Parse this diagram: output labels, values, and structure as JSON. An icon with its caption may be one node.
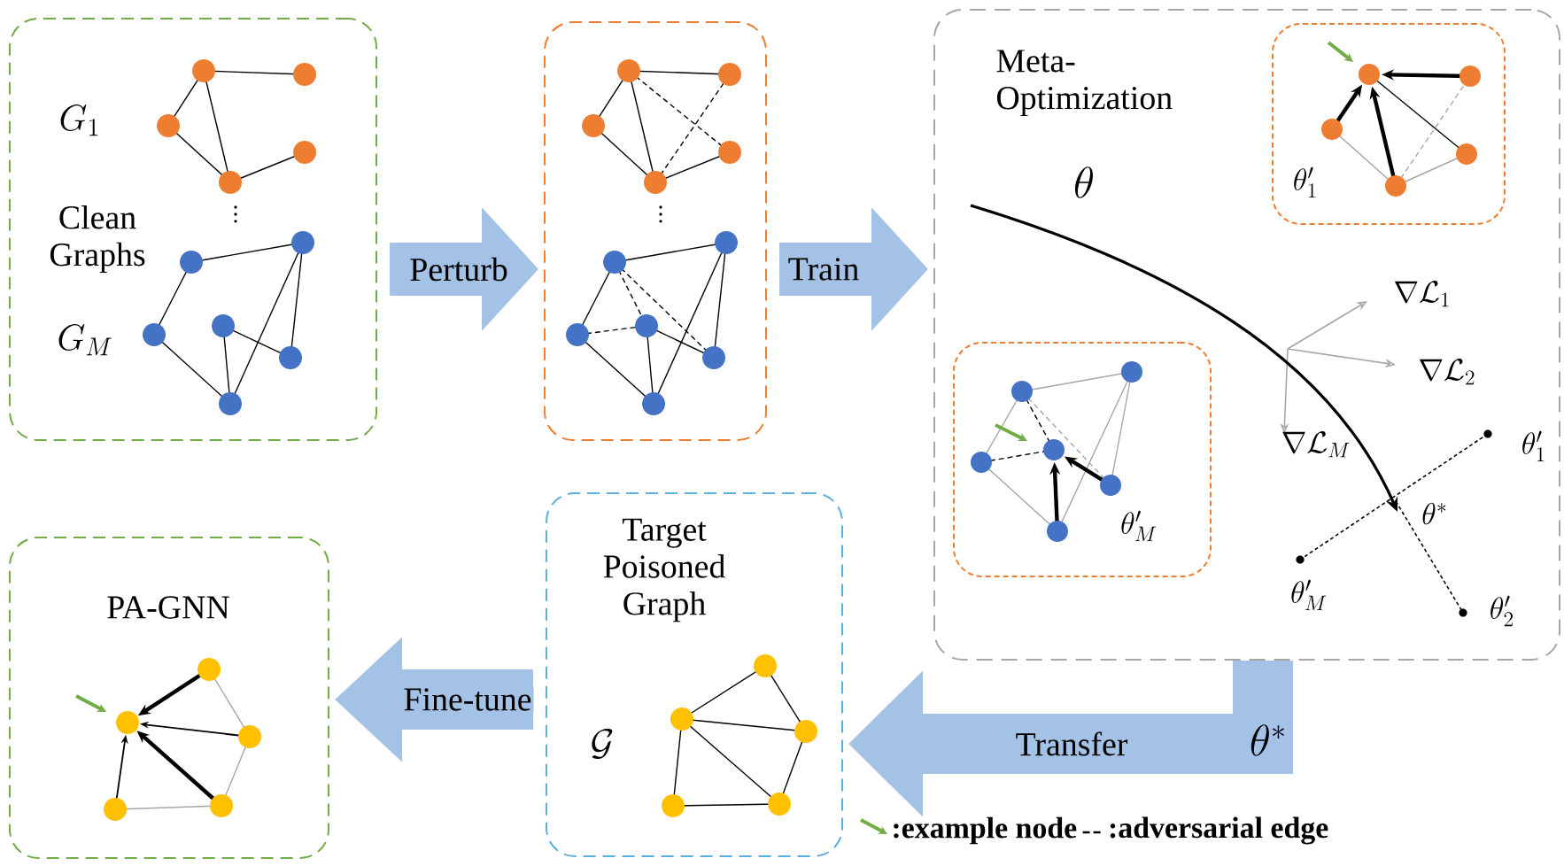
{
  "diagram": {
    "nodes": [
      {
        "text": [
          "Clean Graphs"
        ]
      },
      {
        "text": [],
        "shape": "box"
      },
      {
        "text": [
          "Meta-Optimization"
        ]
      },
      {
        "text": [],
        "shape": "box",
        "in": 2
      },
      {
        "text": [],
        "shape": "box",
        "in": 2
      },
      {
        "text": [
          "Target Poisoned Graph"
        ]
      },
      {
        "text": [
          "PA-GNN"
        ]
      }
    ],
    "edges": [
      {
        "from": 0,
        "to": 1,
        "arrow": "to",
        "label": "Perturb"
      },
      {
        "from": 1,
        "to": 2,
        "arrow": "to",
        "label": "Train"
      },
      {
        "from": 2,
        "to": 5,
        "arrow": "to",
        "label": "Transfer"
      },
      {
        "from": 5,
        "to": 6,
        "arrow": "to",
        "label": "Fine-tune"
      }
    ],
    "labels": [
      "G_1",
      "\\vdots",
      "G_M",
      "\\vdots",
      "\\theta",
      "\\theta'_1",
      "\\nabla\\mathcal{L}_1",
      "\\nabla\\mathcal{L}_2",
      "\\nabla\\mathcal{L}_M",
      "\\theta'_M",
      "\\theta'_1",
      "\\theta^*",
      "\\theta'_M",
      "\\theta'_2",
      "\\mathcal{G}",
      "\\theta^*"
    ],
    "legend": [
      {
        "text": ":example node"
      },
      {
        "text": ":adversarial edge"
      }
    ]
  }
}
